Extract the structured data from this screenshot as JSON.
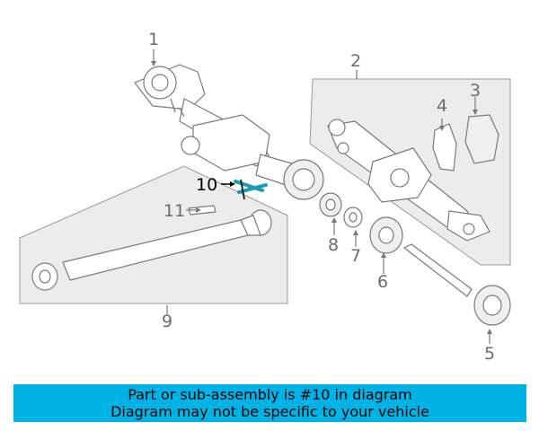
{
  "callouts": {
    "c1": "1",
    "c2": "2",
    "c3": "3",
    "c4": "4",
    "c5": "5",
    "c6": "6",
    "c7": "7",
    "c8": "8",
    "c9": "9",
    "c10": "10",
    "c11": "11"
  },
  "highlighted_part": "10",
  "highlight_color": "#1a9bb3",
  "banner": {
    "line1": "Part or sub-assembly is #10 in diagram",
    "line2": "Diagram may not be specific to your vehicle",
    "color": "#00b3e6"
  }
}
